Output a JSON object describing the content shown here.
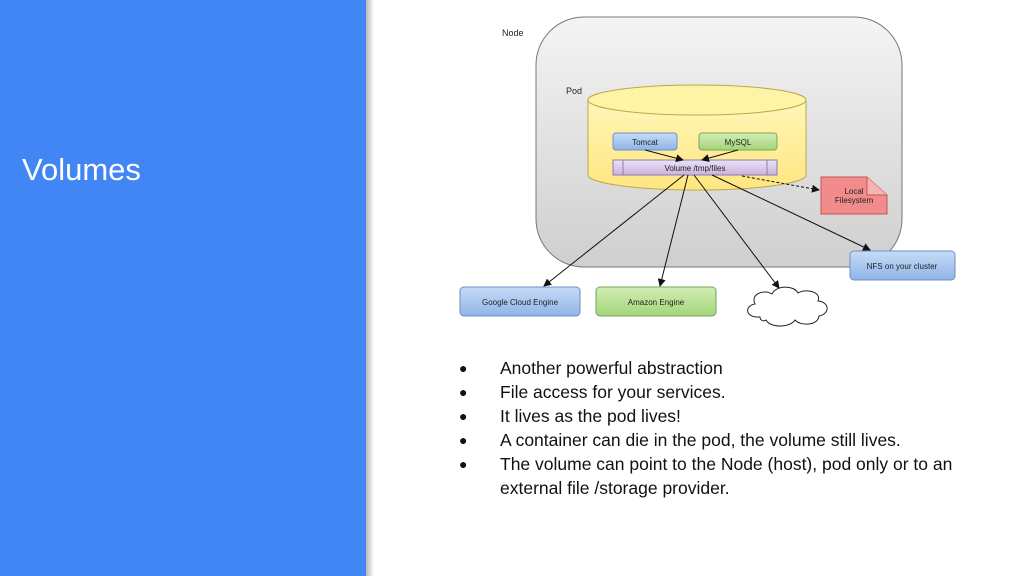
{
  "slide": {
    "title": "Volumes"
  },
  "diagram": {
    "node_label": "Node",
    "pod_label": "Pod",
    "tomcat": "Tomcat",
    "mysql": "MySQL",
    "volume": "Volume /tmp/files",
    "local_fs_line1": "Local",
    "local_fs_line2": "Filesystem",
    "nfs": "NFS on your cluster",
    "gce": "Google Cloud Engine",
    "amazon": "Amazon Engine",
    "colors": {
      "pod": "#fff3a6",
      "tomcat": "#a7c7f0",
      "mysql": "#b5df8c",
      "volume": "#d9c9ea",
      "local_fs": "#f27d7d",
      "node": "#d8d8d8",
      "accent": "#4285f4"
    }
  },
  "bullets": [
    "Another powerful abstraction",
    "File access for your services.",
    "It lives as the pod lives!",
    "A container can die in the pod, the volume still lives.",
    "The volume can point to the Node (host), pod only or to an external file /storage provider."
  ]
}
